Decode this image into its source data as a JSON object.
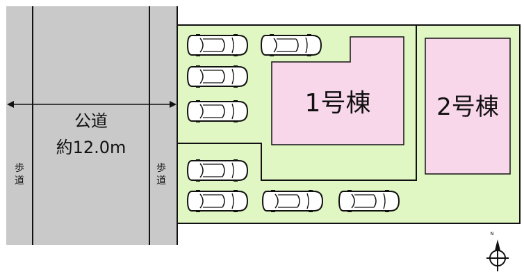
{
  "road": {
    "label": "公道",
    "width_text": "約12.0m"
  },
  "sidewalk_left": "歩道",
  "sidewalk_right": "歩道",
  "houses": [
    {
      "label": "1号棟"
    },
    {
      "label": "2号棟"
    }
  ],
  "compass": {
    "north_label": "N"
  },
  "colors": {
    "road_gray": "#c9c9c9",
    "lot_green": "#e1f7c3",
    "house_pink": "#f9d7ea",
    "line": "#111111"
  }
}
